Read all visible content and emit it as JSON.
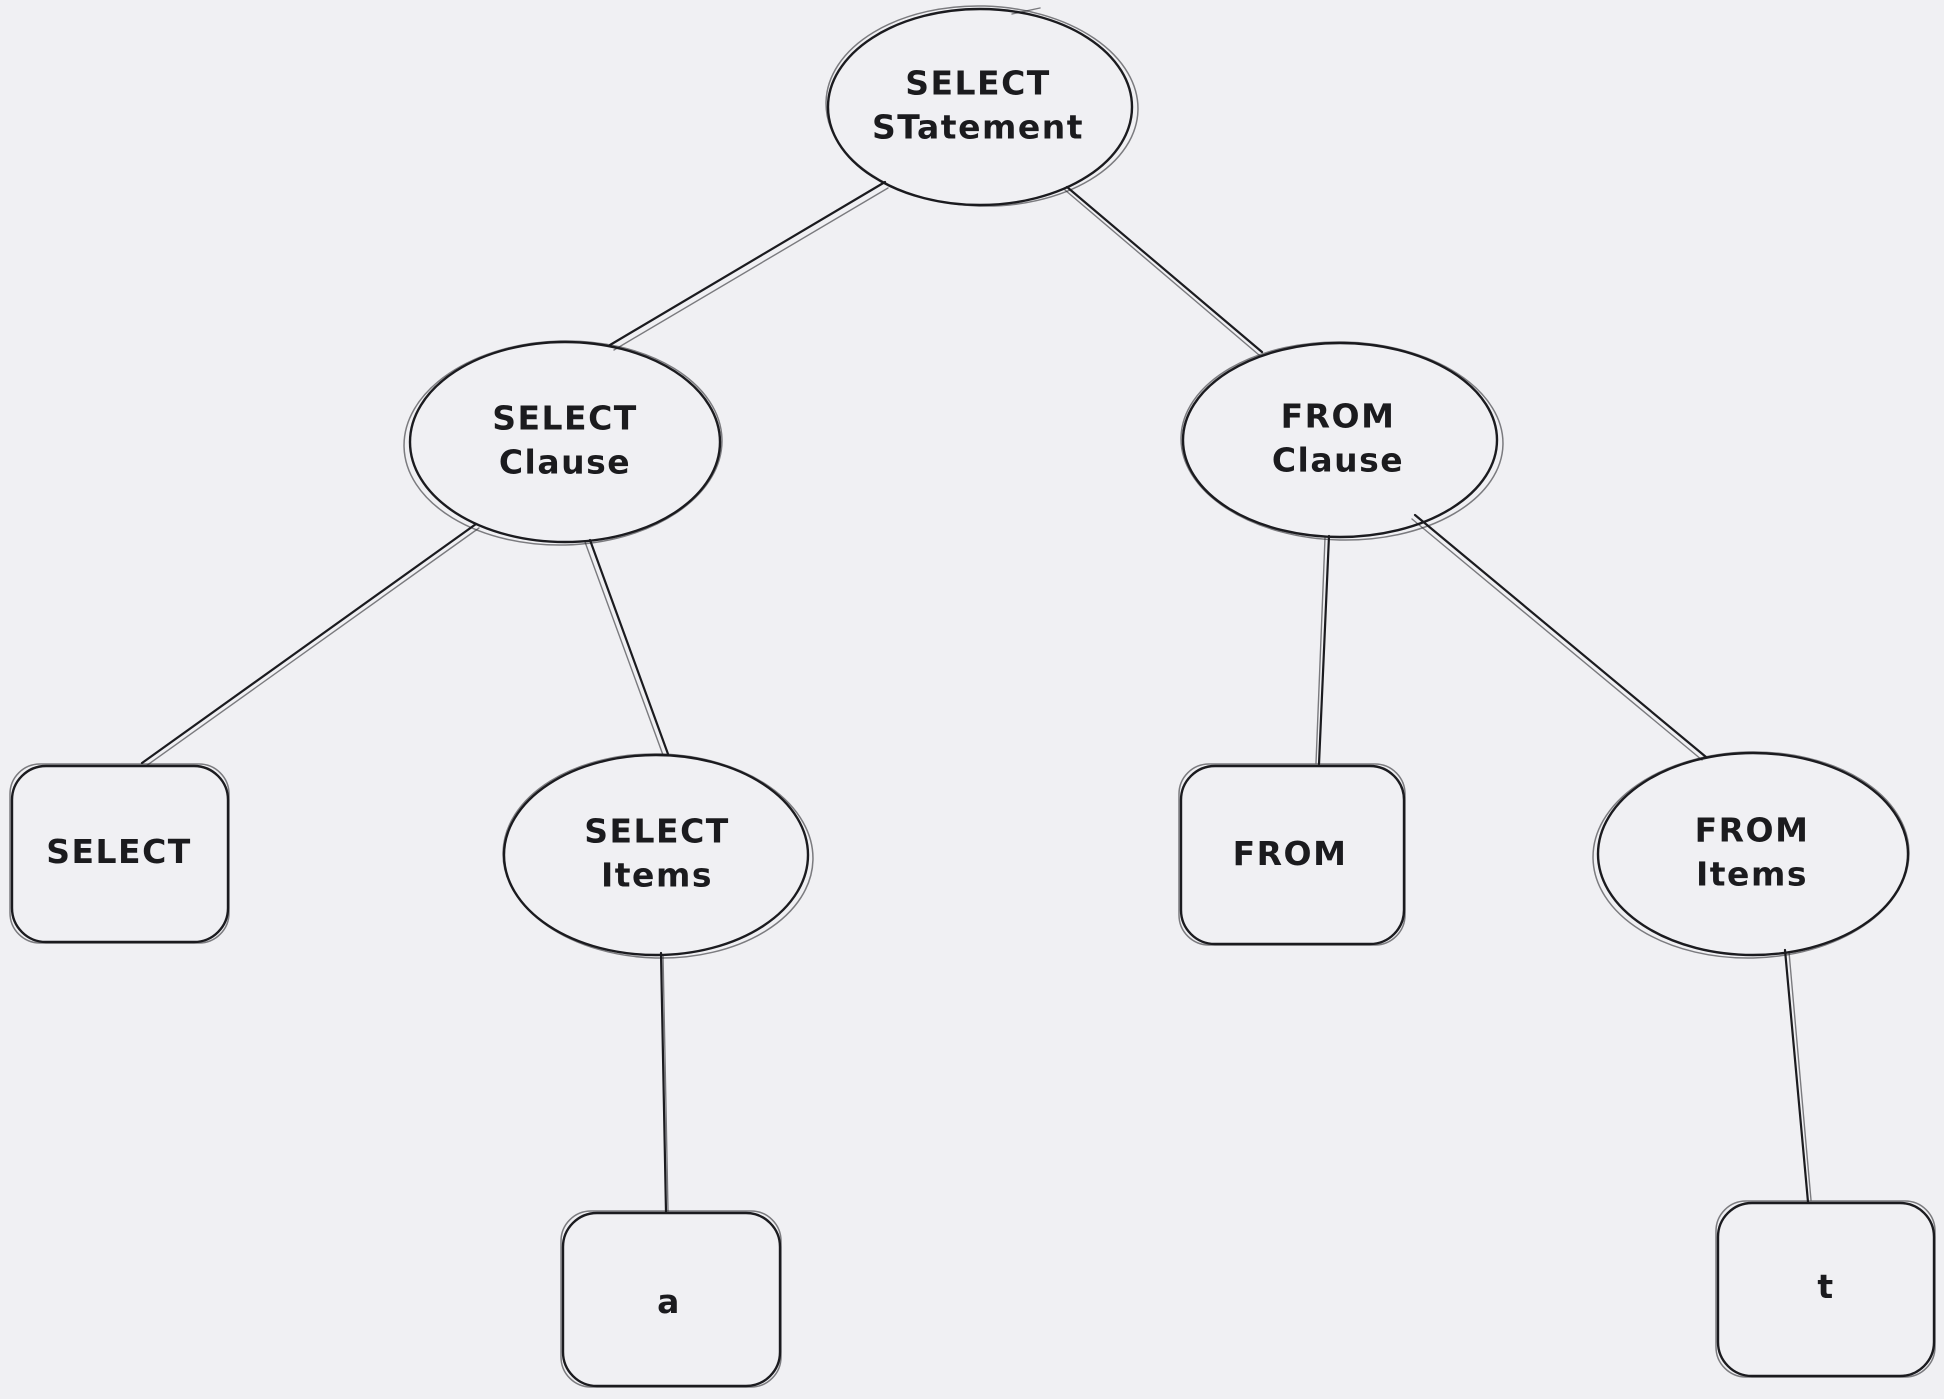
{
  "page": {
    "background_color": "#f0f0f3",
    "stroke_color": "#1b1b1f",
    "text_color": "#1b1b1e"
  },
  "diagram": {
    "type": "tree",
    "description": "Hand-drawn parse tree of a SQL SELECT statement",
    "nodes": {
      "select_statement": {
        "shape": "ellipse",
        "line1": "SELECT",
        "line2": "STatement"
      },
      "select_clause": {
        "shape": "ellipse",
        "line1": "SELECT",
        "line2": "Clause"
      },
      "from_clause": {
        "shape": "ellipse",
        "line1": "FROM",
        "line2": "Clause"
      },
      "select_keyword": {
        "shape": "rectangle",
        "line1": "SELECT"
      },
      "select_items": {
        "shape": "ellipse",
        "line1": "SELECT",
        "line2": "Items"
      },
      "from_keyword": {
        "shape": "rectangle",
        "line1": "FROM"
      },
      "from_items": {
        "shape": "ellipse",
        "line1": "FROM",
        "line2": "Items"
      },
      "item_a": {
        "shape": "rectangle",
        "line1": "a"
      },
      "table_t": {
        "shape": "rectangle",
        "line1": "t"
      }
    },
    "edges": [
      {
        "from": "select_statement",
        "to": "select_clause"
      },
      {
        "from": "select_statement",
        "to": "from_clause"
      },
      {
        "from": "select_clause",
        "to": "select_keyword"
      },
      {
        "from": "select_clause",
        "to": "select_items"
      },
      {
        "from": "from_clause",
        "to": "from_keyword"
      },
      {
        "from": "from_clause",
        "to": "from_items"
      },
      {
        "from": "select_items",
        "to": "item_a"
      },
      {
        "from": "from_items",
        "to": "table_t"
      }
    ]
  }
}
